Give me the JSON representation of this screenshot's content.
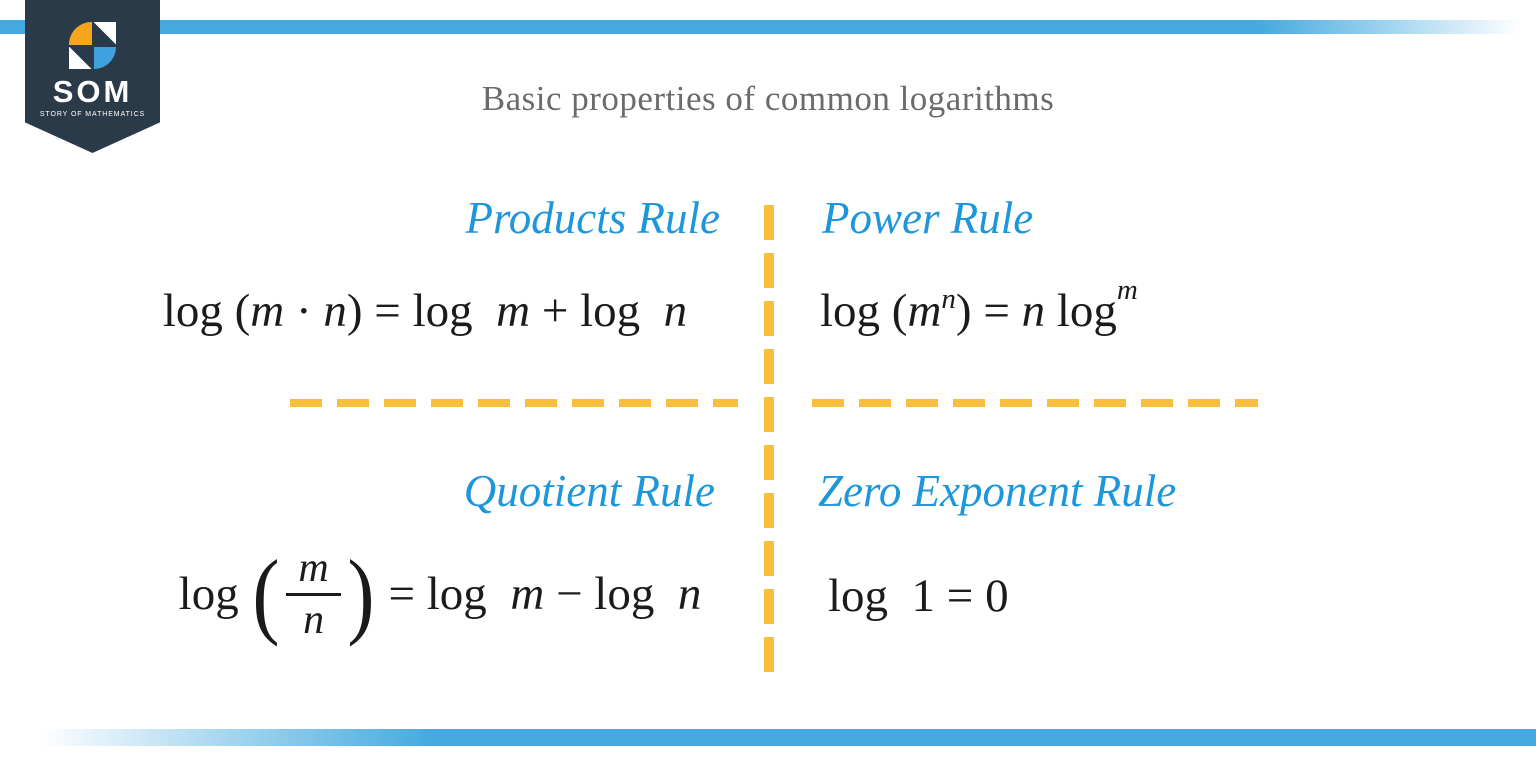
{
  "brand": {
    "name": "SOM",
    "tagline": "STORY OF MATHEMATICS"
  },
  "header": {
    "title": "Basic properties of common logarithms"
  },
  "colors": {
    "bar_blue": "#45AADF",
    "heading_blue": "#1E96DB",
    "divider_yellow": "#F9BE3D",
    "brand_navy": "#2B3A48",
    "brand_orange": "#F7A41F",
    "brand_blue": "#3EA2DD",
    "title_gray": "#6B6B6B",
    "formula_black": "#1B1B1B"
  },
  "rules": {
    "products": {
      "title": "Products Rule",
      "formula": {
        "p1": "log (",
        "p2": "m",
        "p3": " · ",
        "p4": "n",
        "p5": ") = log  ",
        "p6": "m",
        "p7": " + log  ",
        "p8": "n"
      }
    },
    "power": {
      "title": "Power Rule",
      "formula": {
        "p1": "log (",
        "p2": "m",
        "p3": "n",
        "p4": ") = ",
        "p5": "n",
        "p6": " log",
        "p7": "m"
      }
    },
    "quotient": {
      "title": "Quotient Rule",
      "formula": {
        "p1": "log ",
        "lparen": "(",
        "num": "m",
        "den": "n",
        "rparen": ")",
        "p2": " = log  ",
        "p3": "m",
        "p4": " − log  ",
        "p5": "n"
      }
    },
    "zero": {
      "title": "Zero Exponent Rule",
      "formula": {
        "p1": "log  1 = 0"
      }
    }
  }
}
